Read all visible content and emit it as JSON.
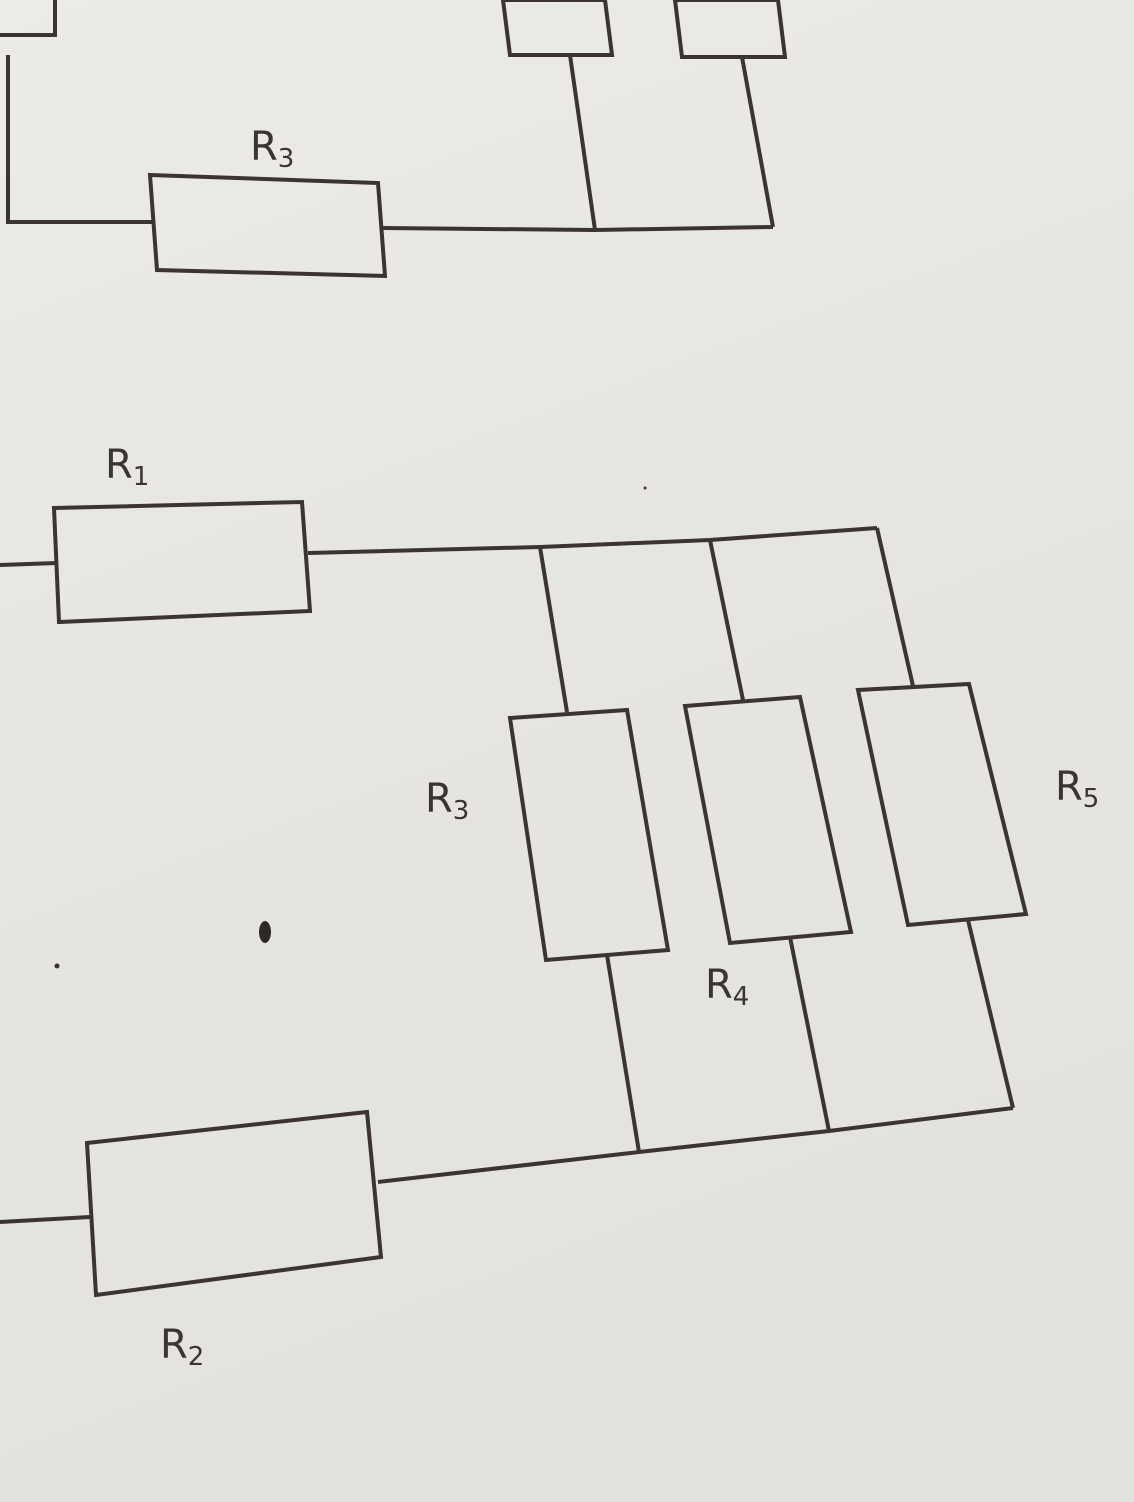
{
  "top_fragment": {
    "labels": [
      {
        "main": "R",
        "sub": "3"
      }
    ]
  },
  "circuit": {
    "labels": [
      {
        "main": "R",
        "sub": "1"
      },
      {
        "main": "R",
        "sub": "2"
      },
      {
        "main": "R",
        "sub": "3"
      },
      {
        "main": "R",
        "sub": "4"
      },
      {
        "main": "R",
        "sub": "5"
      }
    ]
  },
  "colors": {
    "ink": "#3b3430",
    "paper": "#e8e7e1"
  }
}
